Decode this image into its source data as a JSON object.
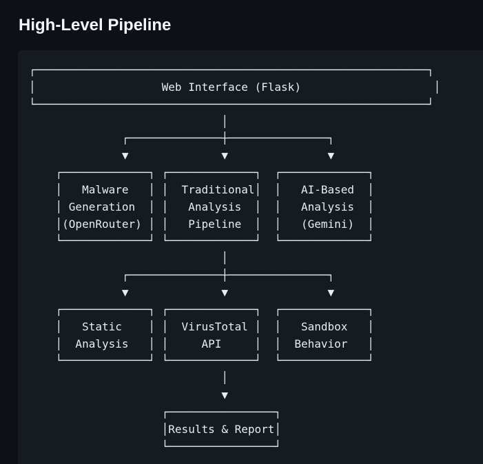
{
  "page": {
    "title": "High-Level Pipeline"
  },
  "colors": {
    "page_background": "#0d1117",
    "code_background": "#161b22",
    "heading_text": "#f0f6fc",
    "diagram_text": "#e6edf3"
  },
  "diagram": {
    "type": "ascii-flowchart",
    "arrow_glyph": "▼",
    "nodes": [
      {
        "id": "web-interface",
        "label": "Web Interface (Flask)"
      },
      {
        "id": "malware-generation",
        "label": "Malware Generation (OpenRouter)"
      },
      {
        "id": "traditional-pipeline",
        "label": "Traditional Analysis Pipeline"
      },
      {
        "id": "ai-analysis",
        "label": "AI-Based Analysis (Gemini)"
      },
      {
        "id": "static-analysis",
        "label": "Static Analysis"
      },
      {
        "id": "virustotal-api",
        "label": "VirusTotal API"
      },
      {
        "id": "sandbox-behavior",
        "label": "Sandbox Behavior"
      },
      {
        "id": "results-report",
        "label": "Results & Report"
      }
    ],
    "edges": [
      {
        "from": "web-interface",
        "to": "malware-generation"
      },
      {
        "from": "web-interface",
        "to": "traditional-pipeline"
      },
      {
        "from": "web-interface",
        "to": "ai-analysis"
      },
      {
        "from": "traditional-pipeline",
        "to": "static-analysis"
      },
      {
        "from": "traditional-pipeline",
        "to": "virustotal-api"
      },
      {
        "from": "traditional-pipeline",
        "to": "sandbox-behavior"
      },
      {
        "from": "virustotal-api",
        "to": "results-report"
      }
    ],
    "lines": [
      "┌───────────────────────────────────────────────────────────┐",
      "│                   Web Interface (Flask)                    │",
      "└───────────────────────────────────────────────────────────┘",
      "                             │",
      "              ┌──────────────┼───────────────┐",
      "              ▼              ▼               ▼",
      "    ┌─────────────┐ ┌─────────────┐  ┌─────────────┐",
      "    │   Malware   │ │  Traditional│  │   AI-Based  │",
      "    │ Generation  │ │   Analysis  │  │   Analysis  │",
      "    │(OpenRouter) │ │   Pipeline  │  │   (Gemini)  │",
      "    └─────────────┘ └─────────────┘  └─────────────┘",
      "                             │",
      "              ┌──────────────┼───────────────┐",
      "              ▼              ▼               ▼",
      "    ┌─────────────┐ ┌─────────────┐  ┌─────────────┐",
      "    │   Static    │ │  VirusTotal │  │   Sandbox   │",
      "    │  Analysis   │ │     API     │  │  Behavior   │",
      "    └─────────────┘ └─────────────┘  └─────────────┘",
      "                             │",
      "                             ▼",
      "                    ┌────────────────┐",
      "                    │Results & Report│",
      "                    └────────────────┘"
    ]
  }
}
